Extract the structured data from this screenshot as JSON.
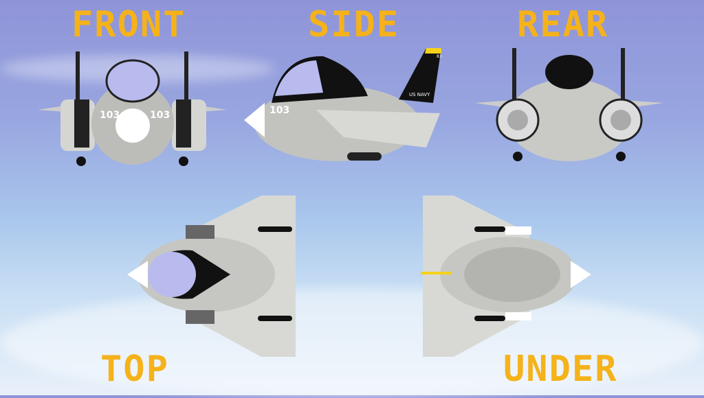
{
  "labels": {
    "front": "FRONT",
    "side": "SIDE",
    "rear": "REAR",
    "top": "TOP",
    "under": "UNDER"
  },
  "markings": {
    "number": "103",
    "tail": "US NAVY",
    "tail_code": "83"
  },
  "colors": {
    "label": "#f5b21a",
    "body": "#c8cac6",
    "canopy": "#b9bbee",
    "tail": "#111111"
  }
}
